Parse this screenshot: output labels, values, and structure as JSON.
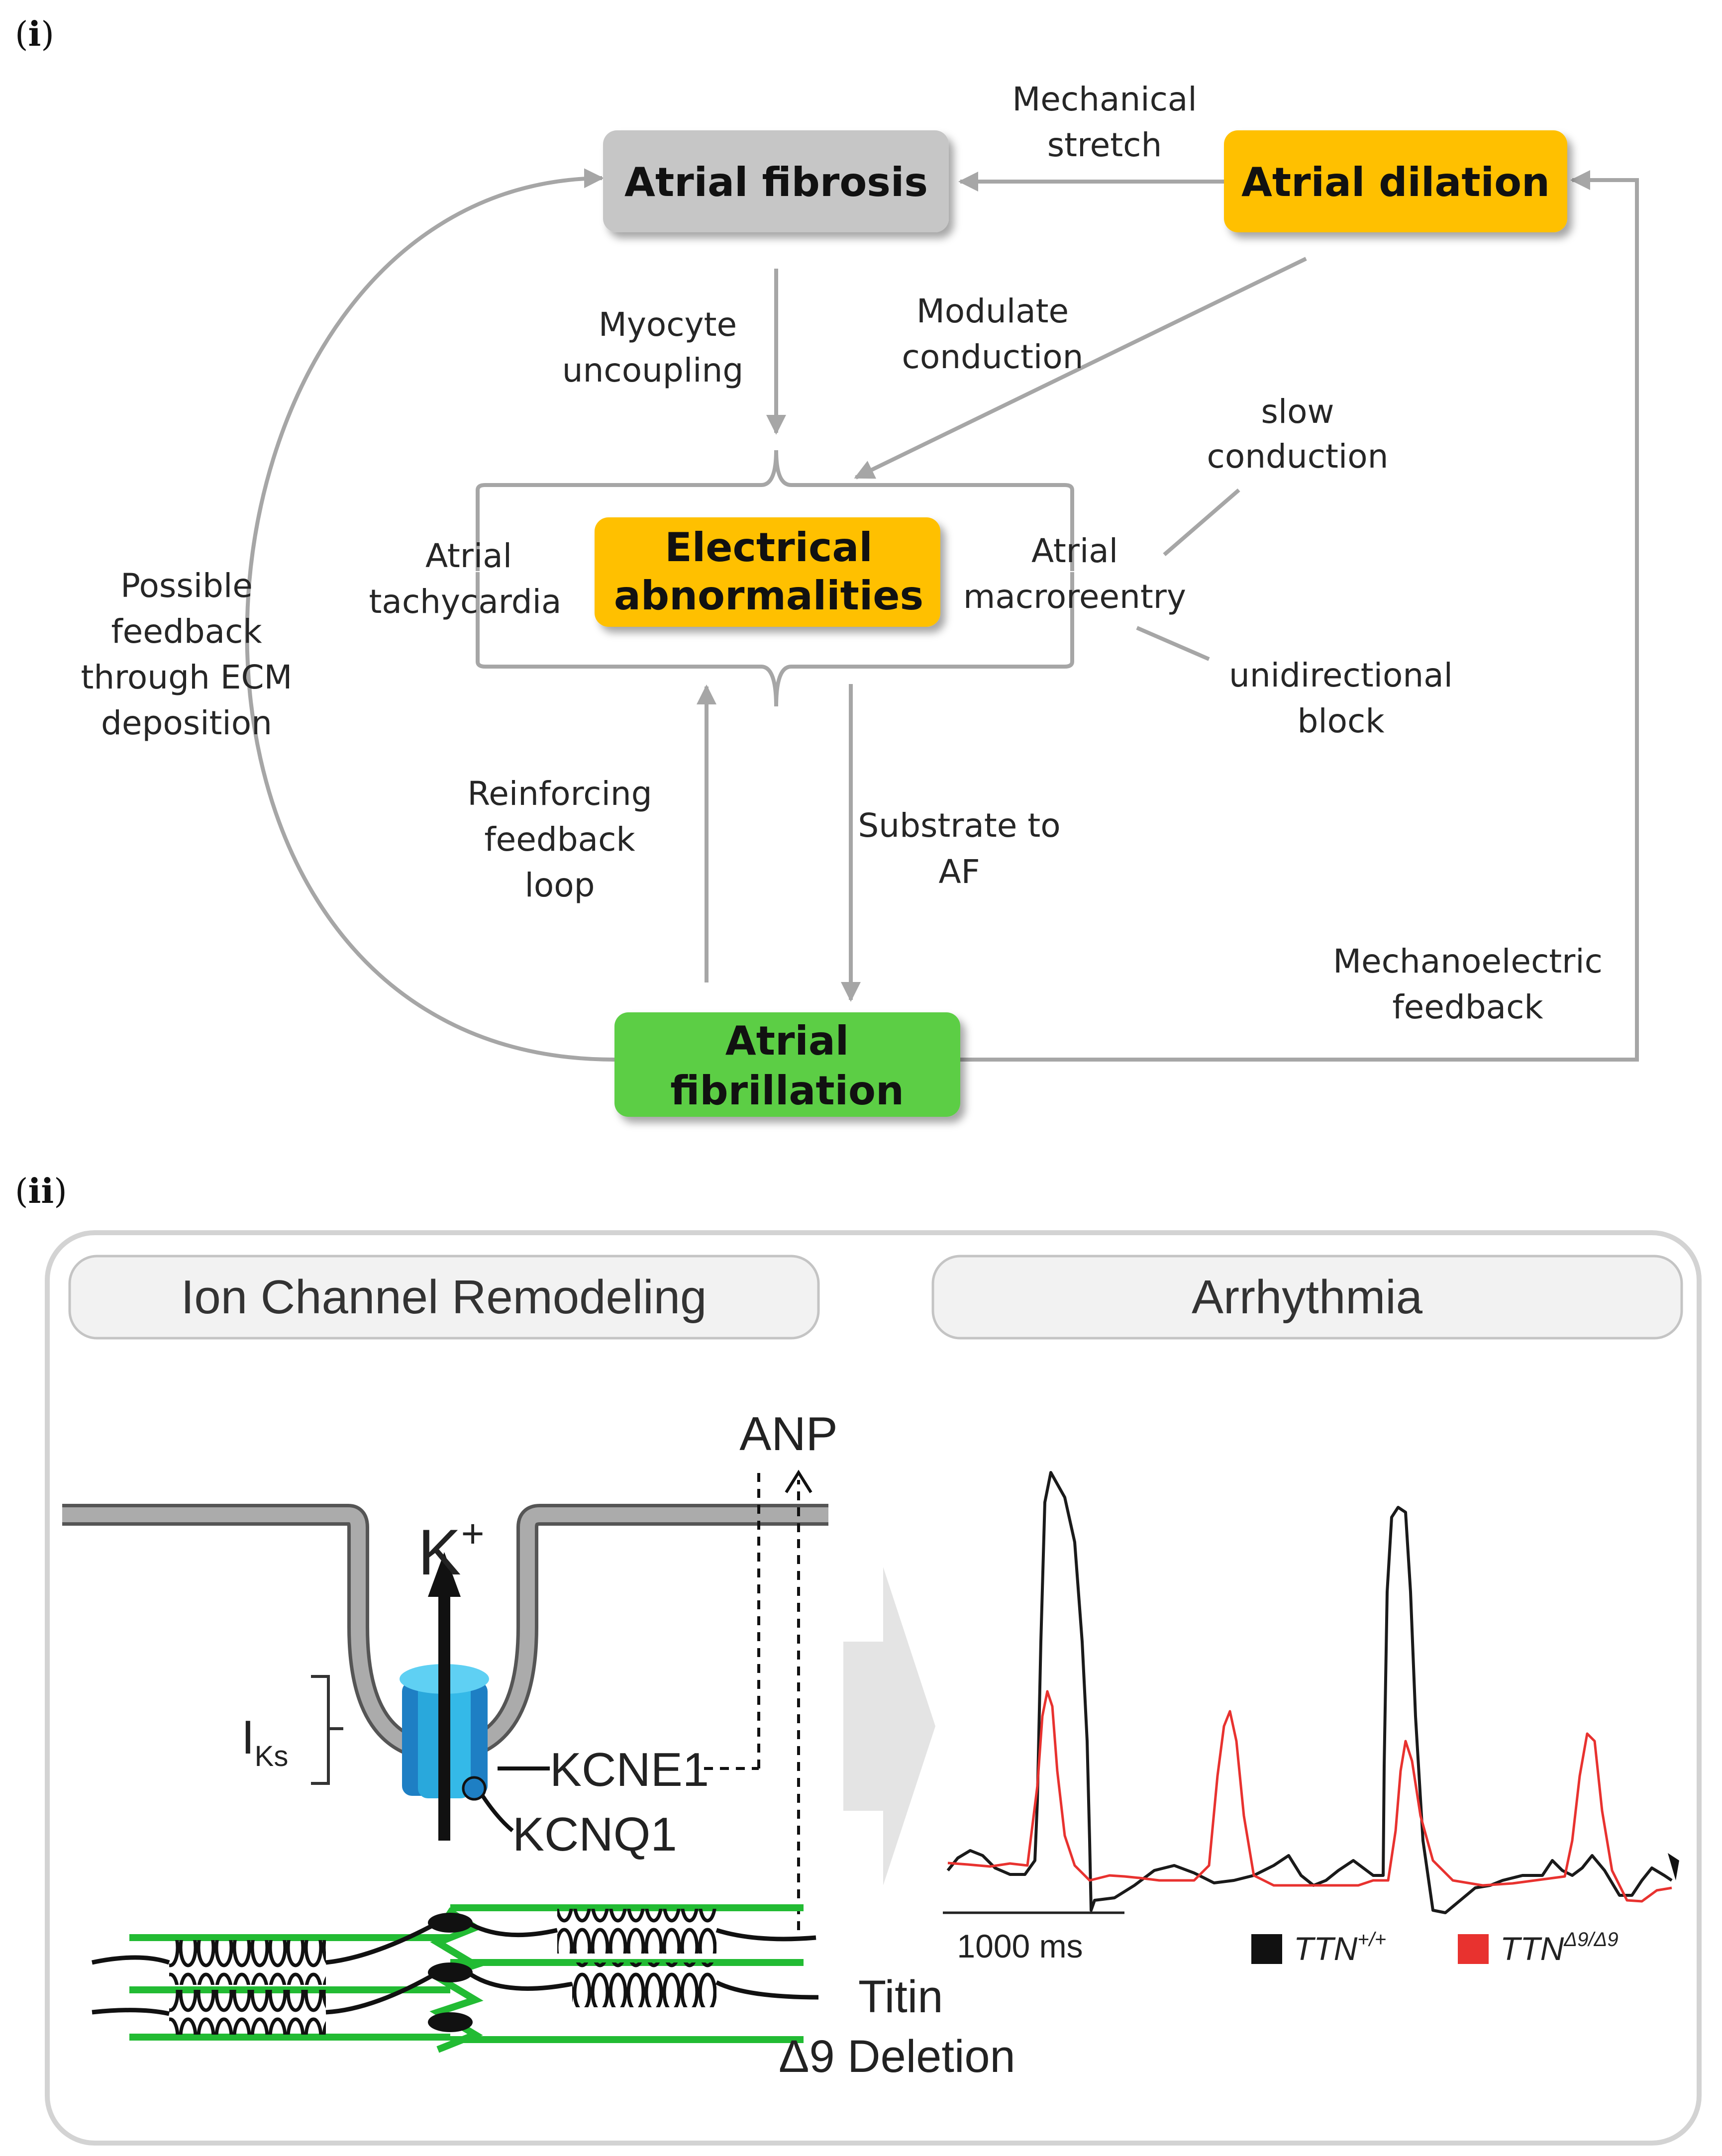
{
  "panel_i": {
    "label_open": "(",
    "label_mark": "i",
    "label_close": ")",
    "boxes": {
      "fibrosis": "Atrial fibrosis",
      "dilation": "Atrial dilation",
      "electrical": [
        "Electrical",
        "abnormalities"
      ],
      "fibrillation": [
        "Atrial",
        "fibrillation"
      ]
    },
    "labels": {
      "mechanical_stretch": [
        "Mechanical",
        "stretch"
      ],
      "myocyte_uncoupling": [
        "Myocyte",
        "uncoupling"
      ],
      "modulate_conduction": [
        "Modulate",
        "conduction"
      ],
      "slow_conduction": [
        "slow",
        "conduction"
      ],
      "atrial_tachycardia": [
        "Atrial",
        "tachycardia"
      ],
      "atrial_macroreentry": [
        "Atrial",
        "macroreentry"
      ],
      "unidirectional_block": [
        "unidirectional",
        "block"
      ],
      "possible_feedback": [
        "Possible",
        "feedback",
        "through ECM",
        "deposition"
      ],
      "reinforcing_loop": [
        "Reinforcing",
        "feedback",
        "loop"
      ],
      "substrate_af": [
        "Substrate to",
        "AF"
      ],
      "mechanoelectric": [
        "Mechanoelectric",
        "feedback"
      ]
    },
    "colors": {
      "fibrosis": "#c6c6c6",
      "dilation": "#ffc000",
      "electrical": "#ffc000",
      "fibrillation": "#5cce45",
      "arrow": "#a6a6a6"
    }
  },
  "panel_ii": {
    "label_open": "(",
    "label_mark": "ii",
    "label_close": ")",
    "header_left": "Ion Channel Remodeling",
    "header_right": "Arrhythmia",
    "anp": "ANP",
    "potassium": "K",
    "potassium_sup": "+",
    "iks_main": "I",
    "iks_sub": "Ks",
    "kcne1": "KCNE1",
    "kcnq1": "KCNQ1",
    "titin": "Titin",
    "deletion": "Δ9 Deletion",
    "scale": "1000 ms",
    "legend_wt_main": "TTN",
    "legend_wt_sup": "+/+",
    "legend_mut_main": "TTN",
    "legend_mut_sup": "Δ9/Δ9",
    "colors": {
      "wt_trace": "#1a1a1a",
      "mut_trace": "#e8322f",
      "channel": "#29a8dc",
      "titin_filament": "#22bb33"
    }
  }
}
